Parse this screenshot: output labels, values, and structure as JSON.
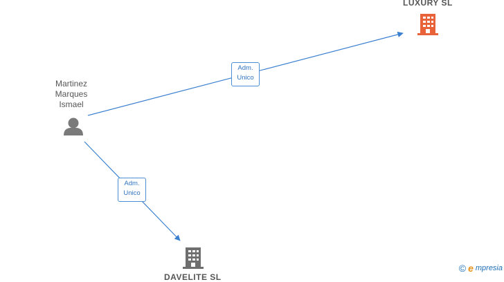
{
  "person": {
    "name_lines": [
      "Martinez",
      "Marques",
      "Ismael"
    ],
    "icon": "person-icon"
  },
  "companies": [
    {
      "name": "LUXURY SL",
      "icon": "building-icon",
      "color": "#e8623a"
    },
    {
      "name": "DAVELITE SL",
      "icon": "building-icon",
      "color": "#6f6f6f"
    }
  ],
  "edges": [
    {
      "label_lines": [
        "Adm.",
        "Unico"
      ],
      "color": "#3a7fd0"
    },
    {
      "label_lines": [
        "Adm.",
        "Unico"
      ],
      "color": "#3a7fd0"
    }
  ],
  "brand": {
    "copyright": "©",
    "initial": "e",
    "text": "mpresia"
  }
}
